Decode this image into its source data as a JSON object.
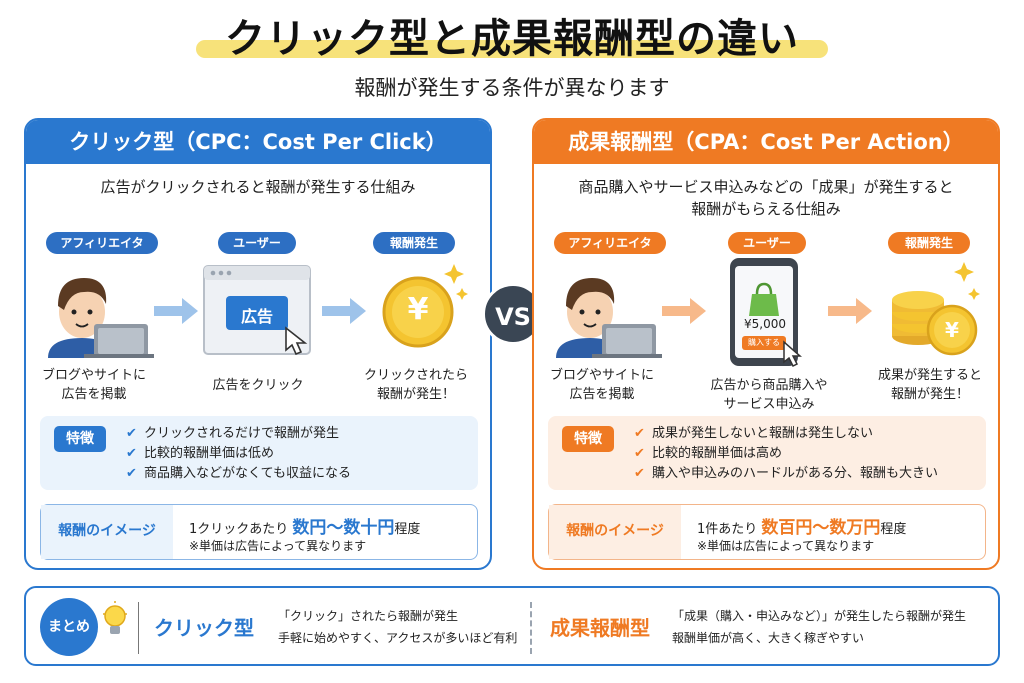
{
  "header": {
    "title": "クリック型と成果報酬型の違い",
    "subtitle": "報酬が発生する条件が異なります"
  },
  "colors": {
    "cpc": "#2a78cf",
    "cpa": "#ef7a23",
    "highlight": "#f7e27a",
    "vs": "#3a4654"
  },
  "cpc": {
    "title": "クリック型（CPC：Cost Per Click）",
    "description": [
      "広告がクリックされると報酬が発生する仕組み"
    ],
    "flow": [
      {
        "role": "アフィリエイター",
        "caption": [
          "ブログやサイトに",
          "広告を掲載"
        ]
      },
      {
        "role": "ユーザー",
        "caption": [
          "広告をクリック"
        ],
        "ad_label": "広告"
      },
      {
        "role": "報酬発生",
        "caption": [
          "クリックされたら",
          "報酬が発生！"
        ],
        "coin_symbol": "¥"
      }
    ],
    "features_label": "特徴",
    "features": [
      "クリックされるだけで報酬が発生",
      "比較的報酬単価は低め",
      "商品購入などがなくても収益になる"
    ],
    "reward": {
      "label": "報酬のイメージ",
      "prefix": "1クリックあたり",
      "amount": "数円〜数十円",
      "suffix": "程度",
      "note": "※単価は広告によって異なります"
    }
  },
  "cpa": {
    "title": "成果報酬型（CPA：Cost Per Action）",
    "description": [
      "商品購入やサービス申込みなどの「成果」が発生すると",
      "報酬がもらえる仕組み"
    ],
    "flow": [
      {
        "role": "アフィリエイター",
        "caption": [
          "ブログやサイトに",
          "広告を掲載"
        ]
      },
      {
        "role": "ユーザー",
        "caption": [
          "広告から商品購入や",
          "サービス申込み"
        ],
        "price": "¥5,000",
        "buy_label": "購入する"
      },
      {
        "role": "報酬発生",
        "caption": [
          "成果が発生すると",
          "報酬が発生！"
        ],
        "coin_symbol": "¥"
      }
    ],
    "features_label": "特徴",
    "features": [
      "成果が発生しないと報酬は発生しない",
      "比較的報酬単価は高め",
      "購入や申込みのハードルがある分、報酬も大きい"
    ],
    "reward": {
      "label": "報酬のイメージ",
      "prefix": "1件あたり",
      "amount": "数百円〜数万円",
      "suffix": "程度",
      "note": "※単価は広告によって異なります"
    }
  },
  "vs_label": "VS",
  "summary": {
    "badge": "まとめ",
    "icon": "lightbulb-icon",
    "cpc_title": "クリック型",
    "cpc_lines": [
      "「クリック」されたら報酬が発生",
      "手軽に始めやすく、アクセスが多いほど有利"
    ],
    "cpa_title": "成果報酬型",
    "cpa_lines": [
      "「成果（購入・申込みなど）」が発生したら報酬が発生",
      "報酬単価が高く、大きく稼ぎやすい"
    ]
  }
}
